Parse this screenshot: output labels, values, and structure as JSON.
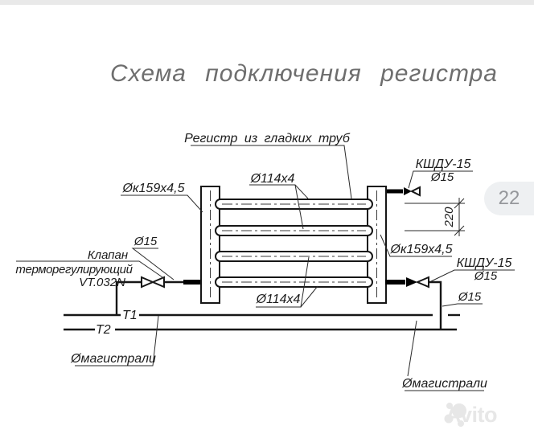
{
  "title": "Схема подключения регистра",
  "badge": {
    "number": "22"
  },
  "watermark": {
    "brand": "Avito"
  },
  "diagram": {
    "register_label": "Регистр из гладких труб",
    "header_left_label": "Øк159х4,5",
    "header_right_label": "Øк159х4,5",
    "pipes_top_label": "Ø114х4",
    "pipes_bottom_label": "Ø114х4",
    "valve_top_right": {
      "name": "КШДУ-15",
      "dn": "Ø15"
    },
    "valve_bottom_right": {
      "name": "КШДУ-15",
      "dn": "Ø15"
    },
    "riser_right_label": "Ø15",
    "supply_left_label": "Ø15",
    "dimension_220": "220",
    "thermo_valve": {
      "line1": "Клапан",
      "line2": "терморегулирующий",
      "line3": "VT.032N"
    },
    "line_t1": "Т1",
    "line_t2": "Т2",
    "main_left_label": "Øмагистрали",
    "main_right_label": "Øмагистрали"
  }
}
